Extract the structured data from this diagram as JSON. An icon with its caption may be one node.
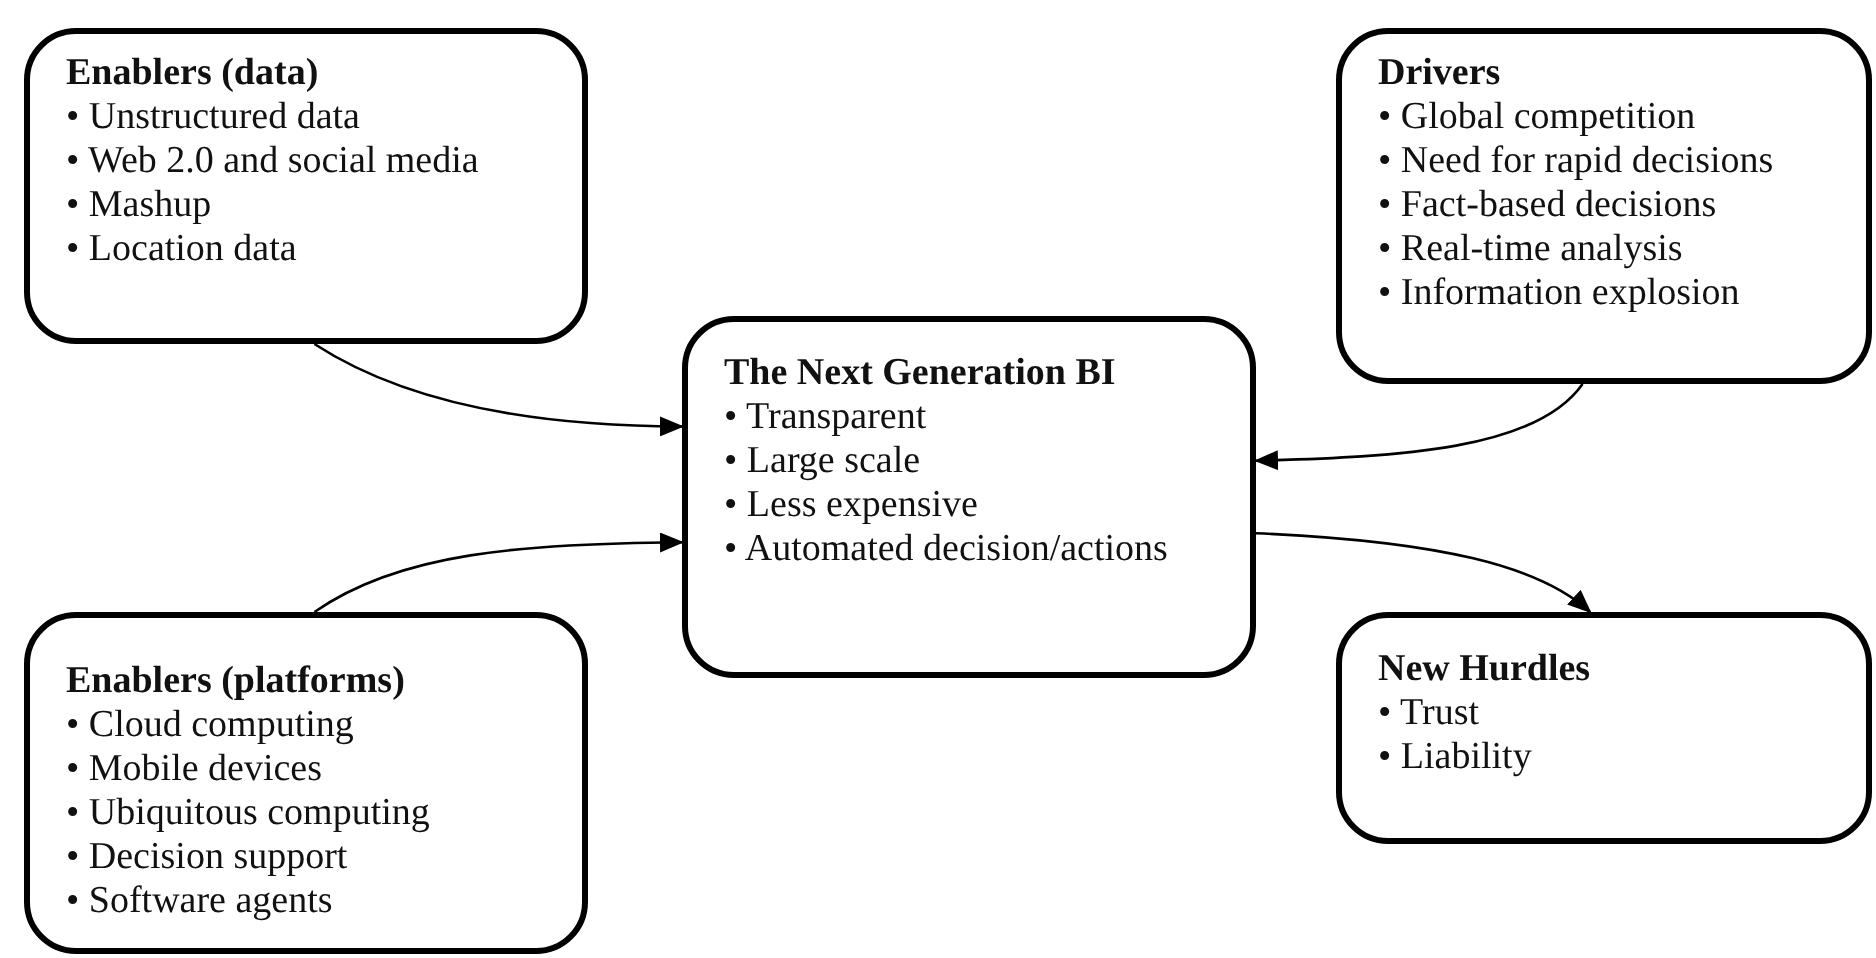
{
  "diagram": {
    "nodes": [
      {
        "text": [
          "Enablers (data)",
          "• Unstructured data",
          "• Web 2.0 and social media",
          "• Mashup",
          "• Location data"
        ]
      },
      {
        "text": [
          "Drivers",
          "• Global competition",
          "• Need for rapid decisions",
          "• Fact-based decisions",
          "• Real-time analysis",
          "• Information explosion"
        ]
      },
      {
        "text": [
          "The Next Generation BI",
          "• Transparent",
          "• Large scale",
          "• Less expensive",
          "• Automated decision/actions"
        ]
      },
      {
        "text": [
          "Enablers (platforms)",
          "• Cloud computing",
          "• Mobile devices",
          "• Ubiquitous computing",
          "• Decision support",
          "• Software agents"
        ]
      },
      {
        "text": [
          "New Hurdles",
          "• Trust",
          "• Liability"
        ]
      }
    ],
    "edges": [
      {
        "from": 0,
        "to": 2,
        "arrow": "to"
      },
      {
        "from": 1,
        "to": 2,
        "arrow": "to"
      },
      {
        "from": 3,
        "to": 2,
        "arrow": "to"
      },
      {
        "from": 2,
        "to": 4,
        "arrow": "to"
      }
    ]
  }
}
